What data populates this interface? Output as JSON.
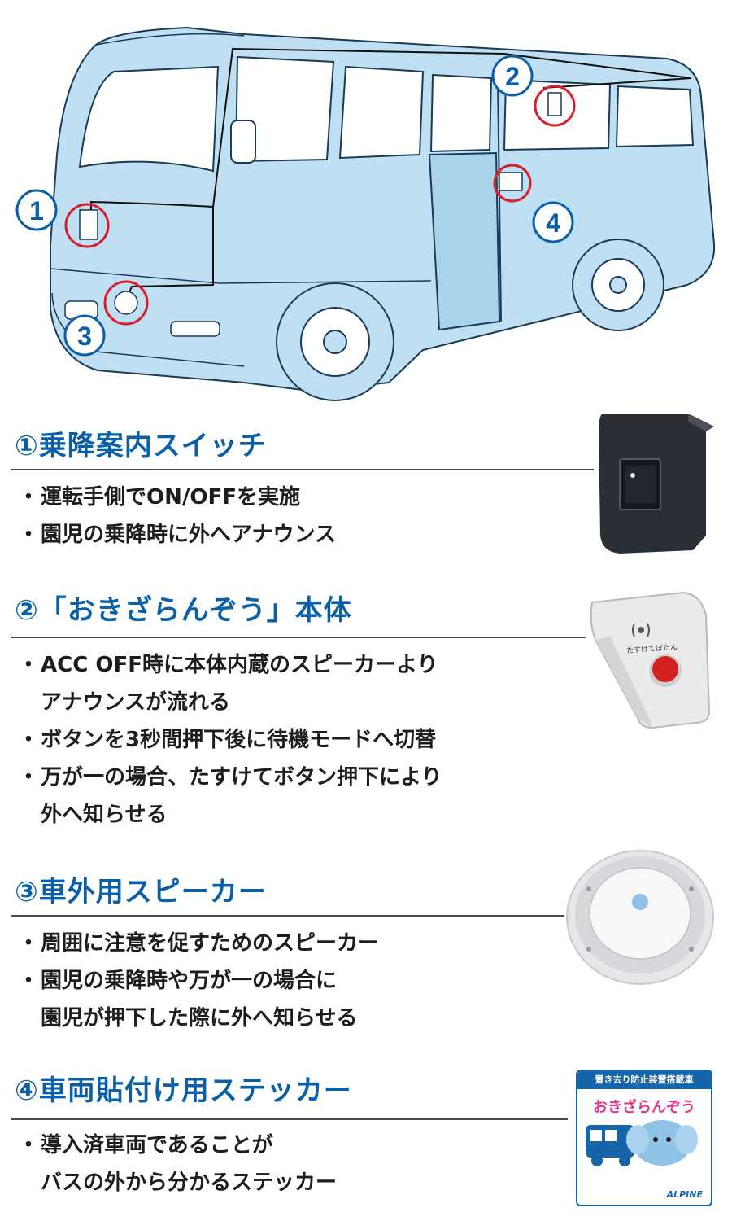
{
  "markers": [
    "①",
    "②",
    "③",
    "④"
  ],
  "sections": [
    {
      "title": "①乗降案内スイッチ",
      "bullets": [
        {
          "text": "運転手側でON/OFFを実施"
        },
        {
          "text": "園児の乗降時に外へアナウンス"
        }
      ]
    },
    {
      "title": "②「おきざらんぞう」本体",
      "bullets": [
        {
          "text": "ACC OFF時に本体内蔵のスピーカーより",
          "cont": "アナウンスが流れる"
        },
        {
          "text": "ボタンを3秒間押下後に待機モードへ切替"
        },
        {
          "text": "万が一の場合、たすけてボタン押下により",
          "cont": "外へ知らせる"
        }
      ]
    },
    {
      "title": "③車外用スピーカー",
      "bullets": [
        {
          "text": "周囲に注意を促すためのスピーカー"
        },
        {
          "text": "園児の乗降時や万が一の場合に",
          "cont": "園児が押下した際に外へ知らせる"
        }
      ]
    },
    {
      "title": "④車両貼付け用ステッカー",
      "bullets": [
        {
          "text": "導入済車両であることが",
          "cont": "バスの外から分かるステッカー"
        }
      ]
    }
  ],
  "device": {
    "label": "たすけてぼたん"
  },
  "sticker": {
    "header": "置き去り防止装置搭載車",
    "name": "おきざらんぞう",
    "brand": "ALPINE"
  },
  "colors": {
    "accent": "#0a5fa6",
    "bus_body": "#bfe0f3",
    "highlight_ring": "#d81e2a"
  }
}
